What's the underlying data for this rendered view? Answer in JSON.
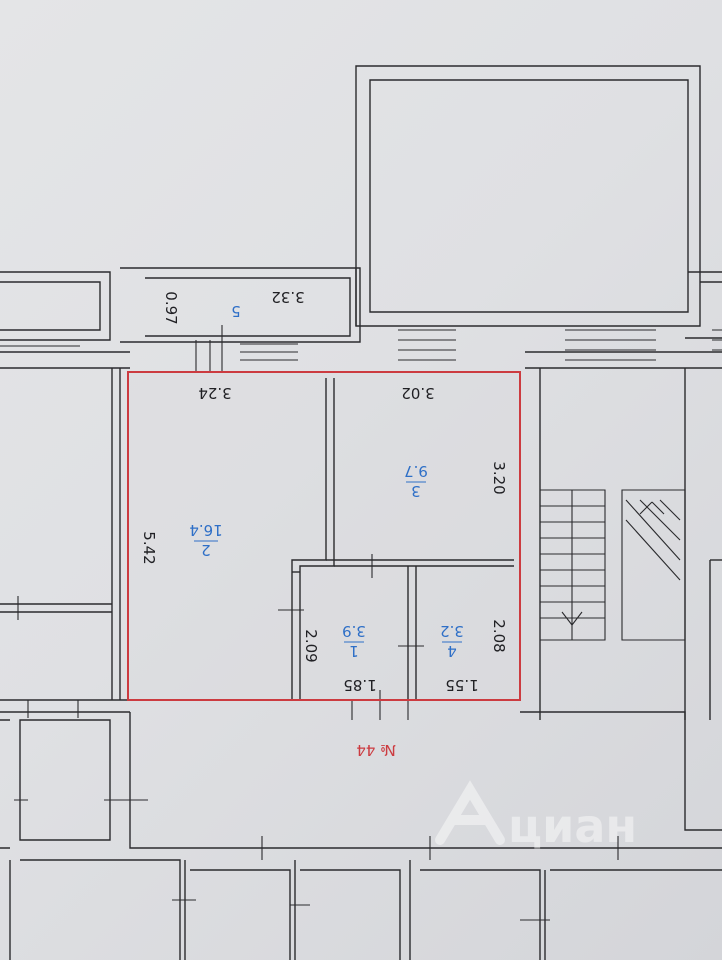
{
  "dimensions": {
    "d_0_97": "0.97",
    "d_3_32": "3.32",
    "d_3_24": "3.24",
    "d_3_02": "3.02",
    "d_3_20": "3.20",
    "d_5_42": "5.42",
    "d_2_09": "2.09",
    "d_2_08": "2.08",
    "d_1_85": "1.85",
    "d_1_55": "1.55"
  },
  "rooms": [
    {
      "number": "1",
      "area": "3.9"
    },
    {
      "number": "2",
      "area": "16.4"
    },
    {
      "number": "3",
      "area": "9.7"
    },
    {
      "number": "4",
      "area": "3.2"
    },
    {
      "number": "5",
      "area": ""
    }
  ],
  "apartment_label": "№ 44",
  "watermark": "циан",
  "colors": {
    "wall": "#2b2b2e",
    "apartment_outline": "#cc3b40",
    "room_label": "#2e6fc7",
    "dimension_text": "#202024"
  }
}
